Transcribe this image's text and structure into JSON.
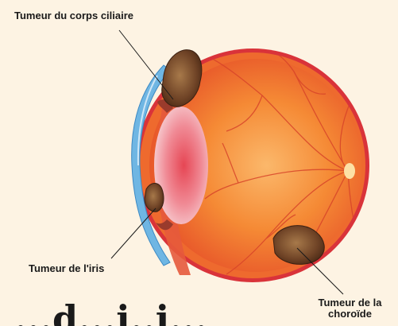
{
  "labels": {
    "ciliary_body_tumor": "Tumeur du corps ciliaire",
    "iris_tumor": "Tumeur de l'iris",
    "choroid_tumor_line1": "Tumeur de la",
    "choroid_tumor_line2": "choroïde"
  },
  "heading_fragment": "...d...i..i...",
  "colors": {
    "background": "#fdf3e3",
    "retina_orange": "#f07a2a",
    "sclera_red": "#d9333a",
    "cornea_blue": "#6fb6e3",
    "lens_red": "#e4515d",
    "tumor_brown": "#7a4a2b"
  }
}
